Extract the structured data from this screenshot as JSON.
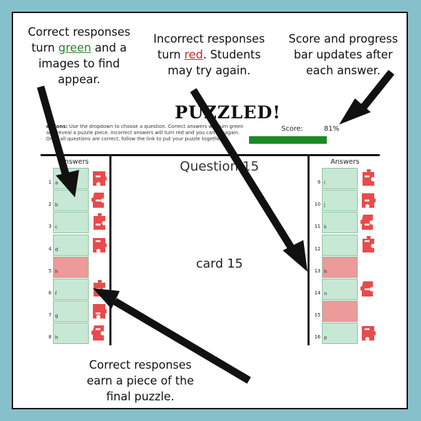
{
  "callouts": {
    "correct_line1": "Correct responses",
    "correct_line2_pre": "turn ",
    "correct_line2_highlight": "green",
    "correct_line2_post": " and a",
    "correct_line3": "images to find",
    "correct_line4": "appear.",
    "incorrect_line1": "Incorrect responses",
    "incorrect_line2_pre": "turn ",
    "incorrect_line2_highlight": "red",
    "incorrect_line2_post": ".  Students",
    "incorrect_line3": "may try again.",
    "score_line1": "Score and progress",
    "score_line2": "bar updates after",
    "score_line3": "each answer.",
    "earn_line1": "Correct responses",
    "earn_line2": "earn a piece of the",
    "earn_line3": "final puzzle."
  },
  "sheet": {
    "title": "PUZZLED!",
    "directions_label": "ections:",
    "directions_text": "Use the dropdown to choose a question. Correct answers will turn green and reveal a puzzle piece. Incorrect answers will turn red and you can try again. Once all questions are correct, follow the link to put your puzzle together!",
    "score_label": "Score:",
    "score_value": "81%",
    "score_fraction": 0.81,
    "question": "Question 15",
    "card": "card 15",
    "left_header": "Answers",
    "right_header": "Answers",
    "left_rows": [
      {
        "num": "1",
        "value": "a",
        "state": "green",
        "piece": true
      },
      {
        "num": "2",
        "value": "b",
        "state": "green",
        "piece": true
      },
      {
        "num": "3",
        "value": "c",
        "state": "green",
        "piece": true
      },
      {
        "num": "4",
        "value": "d",
        "state": "green",
        "piece": true
      },
      {
        "num": "5",
        "value": "h",
        "state": "red",
        "piece": false
      },
      {
        "num": "6",
        "value": "f",
        "state": "green",
        "piece": true
      },
      {
        "num": "7",
        "value": "g",
        "state": "green",
        "piece": true
      },
      {
        "num": "8",
        "value": "h",
        "state": "green",
        "piece": true
      }
    ],
    "right_rows": [
      {
        "num": "9",
        "value": "i",
        "state": "green",
        "piece": true
      },
      {
        "num": "10",
        "value": "j",
        "state": "green",
        "piece": true
      },
      {
        "num": "11",
        "value": "k",
        "state": "green",
        "piece": true
      },
      {
        "num": "12",
        "value": "",
        "state": "green",
        "piece": true
      },
      {
        "num": "13",
        "value": "h",
        "state": "red",
        "piece": false
      },
      {
        "num": "14",
        "value": "n",
        "state": "green",
        "piece": true
      },
      {
        "num": "15",
        "value": "",
        "state": "red",
        "piece": false
      },
      {
        "num": "16",
        "value": "p",
        "state": "green",
        "piece": true
      }
    ]
  },
  "colors": {
    "frame": "#86c1cb",
    "green_cell": "#c7e8d5",
    "red_cell": "#ec9a9a",
    "progress": "#1b8a25",
    "puzzle_piece": "#e84b4b"
  }
}
